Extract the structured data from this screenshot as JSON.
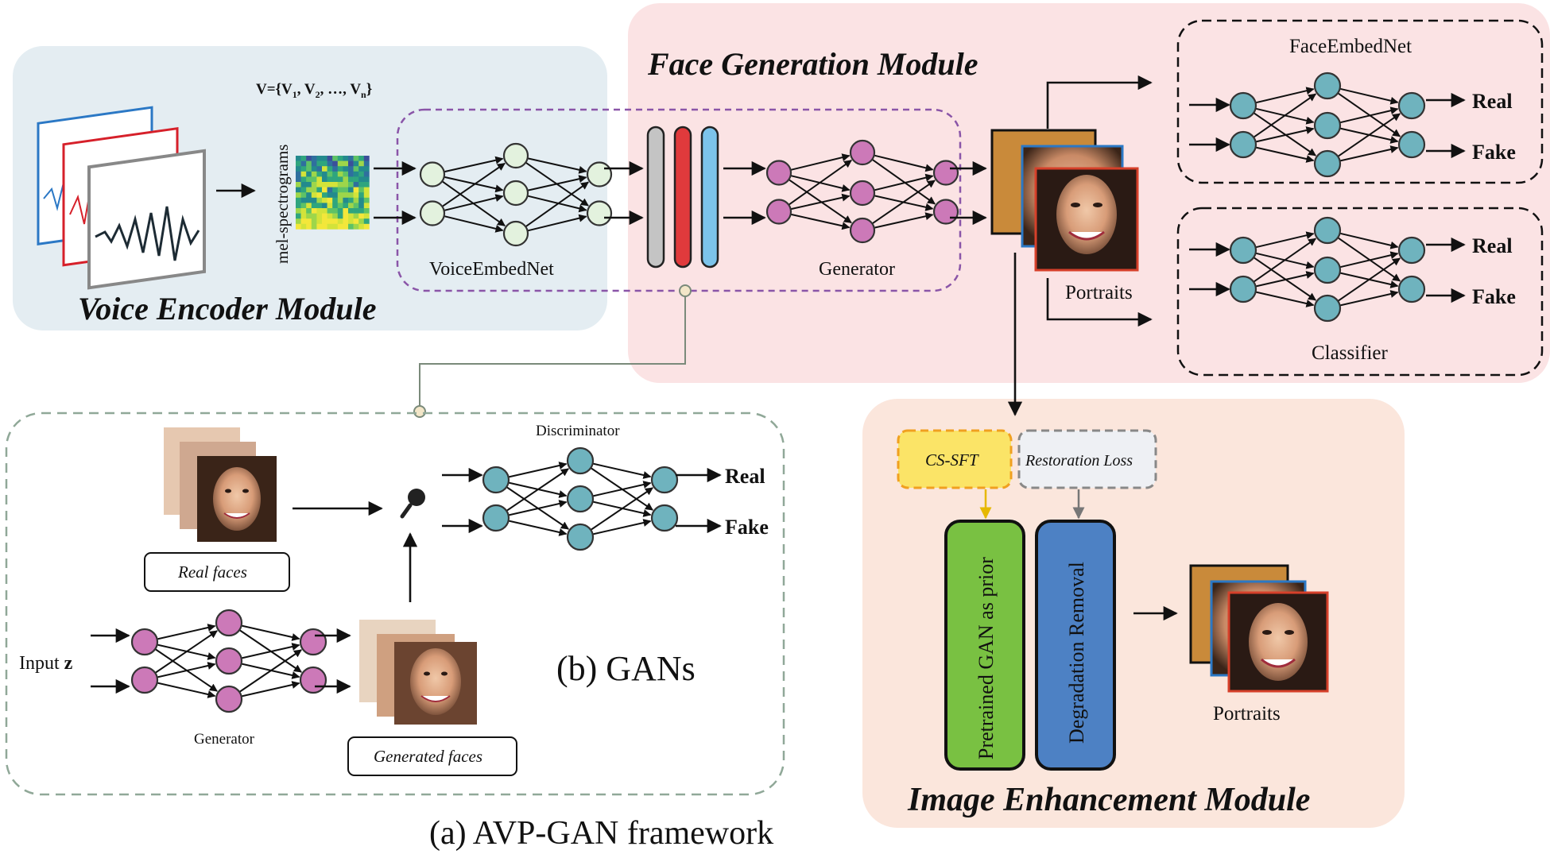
{
  "modules": {
    "voice_encoder": "Voice Encoder Module",
    "face_generation": "Face Generation Module",
    "image_enhancement": "Image Enhancement Module"
  },
  "voice": {
    "formula": "V={V",
    "formula_sub1": "1",
    "formula_sep1": ",  V",
    "formula_sub2": "2",
    "formula_sep2": ",  …,  V",
    "formula_subn": "n",
    "formula_end": "}",
    "mel_label": "mel-spectrograms",
    "embed_label": "VoiceEmbedNet"
  },
  "generation": {
    "generator_label": "Generator",
    "portraits_label": "Portraits",
    "faceembed_label": "FaceEmbedNet",
    "classifier_label": "Classifier",
    "real": "Real",
    "fake": "Fake"
  },
  "enhancement": {
    "cs_sft": "CS-SFT",
    "restoration_loss": "Restoration Loss",
    "pretrained": "Pretrained GAN as prior",
    "degradation": "Degradation Removal",
    "portraits_label": "Portraits"
  },
  "gans": {
    "discriminator": "Discriminator",
    "real": "Real",
    "fake": "Fake",
    "real_faces": "Real faces",
    "generated_faces": "Generated faces",
    "input": "Input ",
    "input_var": "z",
    "generator": "Generator",
    "title": "(b) GANs"
  },
  "caption": "(a) AVP-GAN framework",
  "colors": {
    "voice_panel": "#e4edf2",
    "face_panel": "#fbe3e4",
    "enhance_panel": "#fbe6dc",
    "node_green": "#e3f2de",
    "node_pink": "#cc79b8",
    "node_teal": "#6fb3be",
    "bar_gray": "#c4c4c4",
    "bar_red": "#e03a3c",
    "bar_blue": "#7cc3ea",
    "pretrained_green": "#79c142",
    "degradation_blue": "#4d81c4",
    "cs_sft_yellow": "#fbe467",
    "purple_dash": "#8a55a8"
  }
}
